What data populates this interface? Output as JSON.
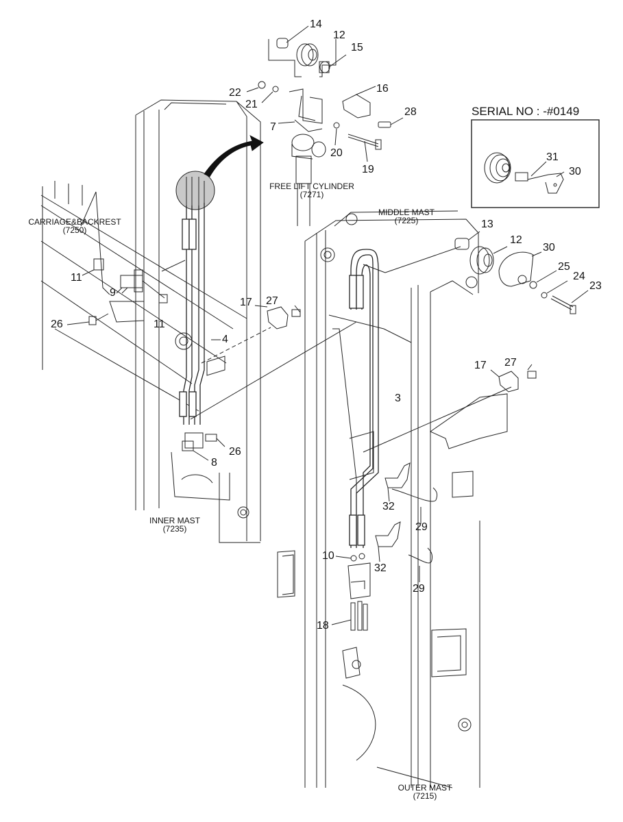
{
  "serial_box": {
    "title": "SERIAL NO : -#0149"
  },
  "captions": {
    "free_lift_cylinder": {
      "name": "FREE LIFT CYLINDER",
      "code": "(7271)"
    },
    "carriage_backrest": {
      "name": "CARRIAGE&BACKREST",
      "code": "(7250)"
    },
    "middle_mast": {
      "name": "MIDDLE MAST",
      "code": "(7225)"
    },
    "inner_mast": {
      "name": "INNER MAST",
      "code": "(7235)"
    },
    "outer_mast": {
      "name": "OUTER MAST",
      "code": "(7215)"
    }
  },
  "callouts": {
    "c14": "14",
    "c12a": "12",
    "c15": "15",
    "c22": "22",
    "c16": "16",
    "c21": "21",
    "c28": "28",
    "c7": "7",
    "c20": "20",
    "c19": "19",
    "c31": "31",
    "c30a": "30",
    "c13": "13",
    "c12b": "12",
    "c30b": "30",
    "c25": "25",
    "c24": "24",
    "c23": "23",
    "c11a": "11",
    "c9": "9",
    "c11b": "11",
    "c26a": "26",
    "c17a": "17",
    "c27a": "27",
    "c4": "4",
    "c17b": "17",
    "c27b": "27",
    "c3": "3",
    "c26b": "26",
    "c8": "8",
    "c32a": "32",
    "c29a": "29",
    "c10": "10",
    "c32b": "32",
    "c29b": "29",
    "c18": "18"
  }
}
